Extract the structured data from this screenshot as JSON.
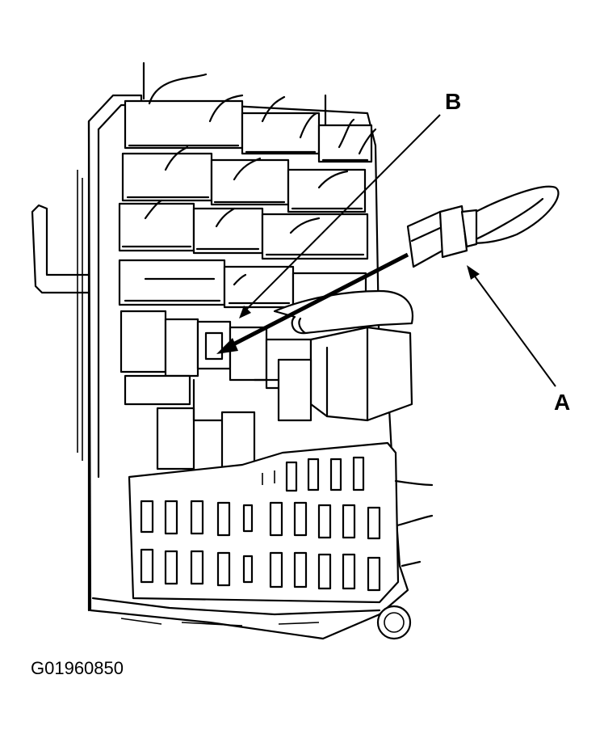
{
  "callouts": {
    "a": "A",
    "b": "B"
  },
  "figure_id": "G01960850",
  "icons": {
    "fuse_box": "fuse-relay-box-drawing",
    "jumper": "jumper-wire-connector",
    "pointer": "arrow"
  },
  "colors": {
    "line": "#000000",
    "background": "#ffffff"
  }
}
